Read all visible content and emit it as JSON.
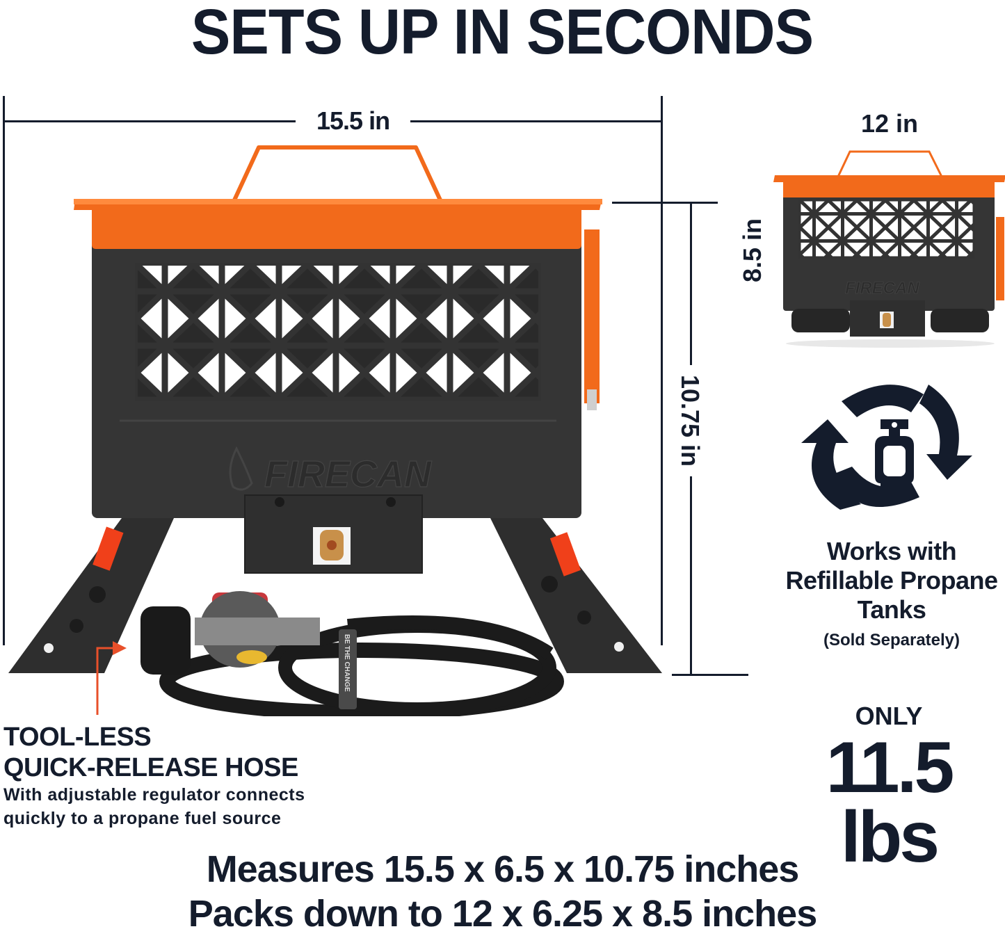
{
  "headline": "SETS UP IN SECONDS",
  "colors": {
    "text": "#141c2c",
    "brand_orange": "#f26a1b",
    "body_charcoal": "#333333",
    "accent_arrow": "#e8502a",
    "background": "#ffffff"
  },
  "dimensions": {
    "width_label": "15.5 in",
    "height_label": "10.75 in",
    "packed_width_label": "12 in",
    "packed_height_label": "8.5 in"
  },
  "product": {
    "brand_embossed": "FIRECAN",
    "hose_strap_text": "BE THE CHANGE"
  },
  "propane": {
    "icon": "propane-refill-cycle-icon",
    "line1": "Works with",
    "line2": "Refillable Propane",
    "line3": "Tanks",
    "note": "(Sold Separately)"
  },
  "weight": {
    "prefix": "ONLY",
    "value": "11.5 lbs"
  },
  "hose_callout": {
    "title_line1": "TOOL-LESS",
    "title_line2": "QUICK-RELEASE HOSE",
    "desc_line1": "With adjustable regulator connects",
    "desc_line2": "quickly to a propane fuel source"
  },
  "footer": {
    "line1": "Measures 15.5 x 6.5 x 10.75 inches",
    "line2": "Packs down to 12 x 6.25 x 8.5 inches"
  }
}
